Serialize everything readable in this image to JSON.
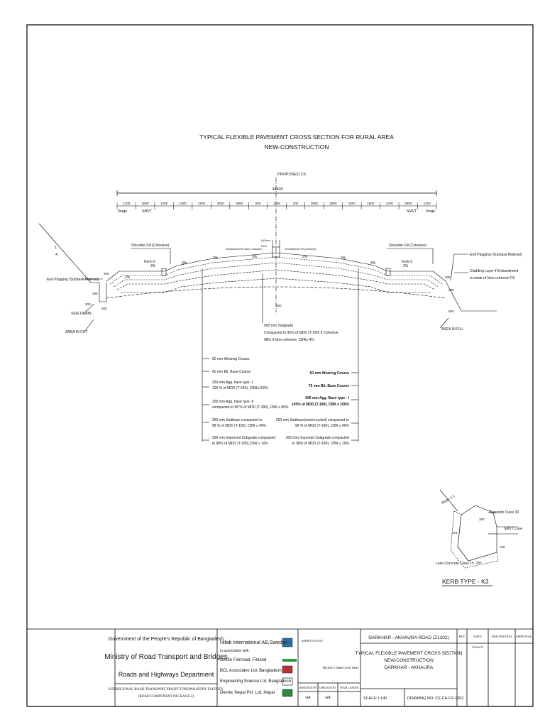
{
  "drawing": {
    "title_line1": "TYPICAL FLEXIBLE PAVEMENT CROSS SECTION FOR RURAL AREA",
    "title_line2": "NEW-CONSTRUCTION",
    "centerline_label": "PROPOSED C/L",
    "total_width": "34400",
    "dimensions": [
      "1200",
      "3600",
      "1200",
      "1600",
      "1500",
      "3650",
      "3650",
      "500",
      "1200",
      "300",
      "3650",
      "3650",
      "1500",
      "1600",
      "1200",
      "3600",
      "1200"
    ],
    "lane_labels": {
      "left_verge": "Verge",
      "left_smvt": "SMVT",
      "right_smvt": "SMVT",
      "right_verge": "Verge"
    },
    "slope": {
      "top": "1",
      "side": "4"
    },
    "callouts": {
      "shoulder_fill_left": "Shoulder Fill (Cohesive)",
      "shoulder_fill_right": "Shoulder Fill (Cohesive)",
      "kerb_left": "Kerb-3",
      "kerb_right": "Kerb-3",
      "end_plugging_left": "End Plugging (Subbase Material)",
      "end_plugging_right": "End Plugging (Subbase Material)",
      "cladding_line1": "Cladding Layer if Embankment",
      "cladding_line2": "is made of Non-cohesive Fill",
      "side_drain": "SIDE DRAIN",
      "area_in_cut": "AREA IN CUT",
      "area_in_fill": "AREA IN FILL",
      "median_left": "Embankment fill (Non Cohesive)",
      "median_right": "Embankment fill (Cohesive)",
      "kerb_center": "Kerb",
      "median_label": "K(3mm",
      "subgrade_line1": "500 mm Subgrade",
      "subgrade_line2": "Compacted to 95% of MDD (T-180) if Cohesive;",
      "subgrade_line3": "98% if Non-cohesive; CBR≥ 4%"
    },
    "grades": [
      "2%",
      "3%",
      "3%",
      "3%",
      "3%",
      "2%",
      "2%",
      "3%",
      "2%"
    ],
    "small_dims": [
      "300",
      "300",
      "500",
      "600",
      "300",
      "300",
      "500",
      "300"
    ]
  },
  "layers_left": [
    "50 mm Wearing Course",
    "60 mm Bit. Base Course",
    "250 mm Agg. base type -I",
    "100 % of MDD (T-180), CBR≥100%",
    "200 mm Agg. base type -II",
    "compacted to 98 % of MDD (T-180), CBR ≥ 80%",
    "250 mm Subbase compacted to",
    "98 % of MDD (T-180), CBR ≥ 40%",
    "300 mm Improved Subgrade compacted",
    "to 98% of MDD (T-180),CBR ≥ 10%"
  ],
  "layers_right": [
    "50 mm Wearing Course",
    "75 mm Bit. Base Course",
    "200 mm Agg. Base type - I",
    "100% of MDD (T-180), CBR ≥ 100%",
    "250 mm Subbase(new/recycled) compacted to",
    "98 % of MDD (T-180), CBR ≥ 40%",
    "300 mm Improved Subgrade compacted",
    "to 98% of MDD (T-180), CBR ≥ 10%"
  ],
  "kerb": {
    "title": "KERB TYPE - K3",
    "concrete_class": "Concrete Class 30",
    "smvt_lane": "SMVT Lane",
    "lean_concrete": "Lean Concrete Class 15",
    "slope": "Slope 1:1",
    "dims": [
      "250",
      "175",
      "250",
      "125"
    ]
  },
  "title_block": {
    "gov": "Government of the People's Republic of Bangladesh",
    "ministry": "Ministry of Road Transport and  Bridges",
    "dept": "Roads and Highways Department",
    "project_line1": "SUBREGIONAL ROAD TRANSPORT PROJECT PREPARATORY FACILITY",
    "project_line2": "(ROAD COMPONENT PACKAGE-2)",
    "consultant1": "Hifab International AB,Sweden",
    "association": "in association with",
    "consultant2": "Desite  Finnroad, Finland",
    "consultant3": "BCL Associates Ltd, Bangladesh",
    "consultant4": "Engineering Science Ltd, Bangladesh",
    "consultant5": "Devtec Nepal Pvt. Ltd, Nepal",
    "approved_by": "APPROVED BY:",
    "project_director": "PROJECT DIRECTOR, RHD",
    "designed_by": "DESIGNED BY",
    "checked_by": "CHECKED BY",
    "team_leader": "TEAM LEADER",
    "designer": "GA",
    "checker": "GA",
    "road": "DARKHAR - AKHAURA ROAD (Z1202)",
    "sheet_title1": "TYPICAL FLEXIBLE PAVEMENT CROSS SECTION",
    "sheet_title2": "NEW-CONSTRUCTION",
    "sheet_title3": "DARKHAR - AKHAURA",
    "scale": "SCALE:1:140",
    "drawing_no": "DRAWING NO: CS-CA-FX-1202",
    "rev_header": "REV",
    "date_header": "DATE",
    "desc_header": "DESCRIPTION",
    "approval_header": "APPROVAL",
    "date_value": "19 Feb'15"
  }
}
